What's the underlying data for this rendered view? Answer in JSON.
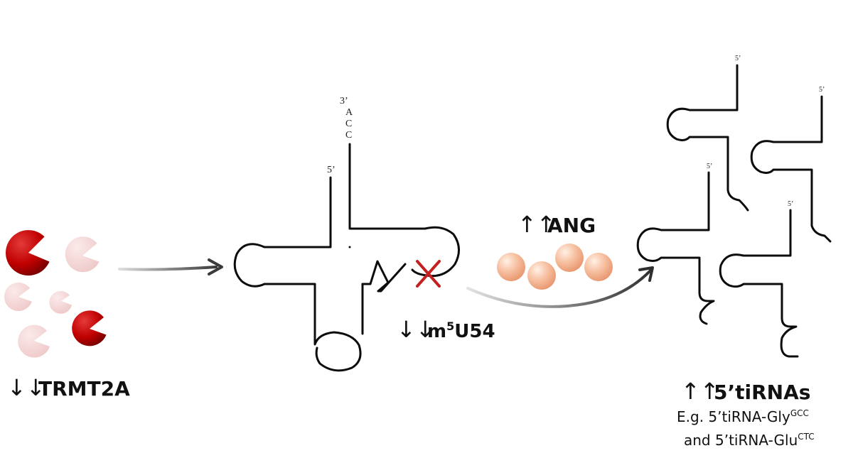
{
  "trmt2a": {
    "arrows": "↓↓",
    "label": "TRMT2A"
  },
  "trna": {
    "three_prime": "3’",
    "acc": [
      "A",
      "C",
      "C"
    ],
    "five_prime": "5’"
  },
  "m5u54": {
    "arrows": "↓↓",
    "prefix": "m",
    "sup": "5",
    "suffix": "U54"
  },
  "ang": {
    "arrows": "↑↑",
    "label": "ANG"
  },
  "tirnas": {
    "arrows": "↑↑",
    "label": "5’tiRNAs",
    "eg_prefix": "E.g. 5’tiRNA-Gly",
    "eg_sup": "GCC",
    "and_prefix": "and 5’tiRNA-Glu",
    "and_sup": "CTC",
    "five_prime": "5’"
  },
  "colors": {
    "enzyme_active": "#c00000",
    "enzyme_faded": "#f2d3d3",
    "ang_sphere": "#f6b89a",
    "cross": "#c42020",
    "arrow": "#3a3a3a"
  }
}
